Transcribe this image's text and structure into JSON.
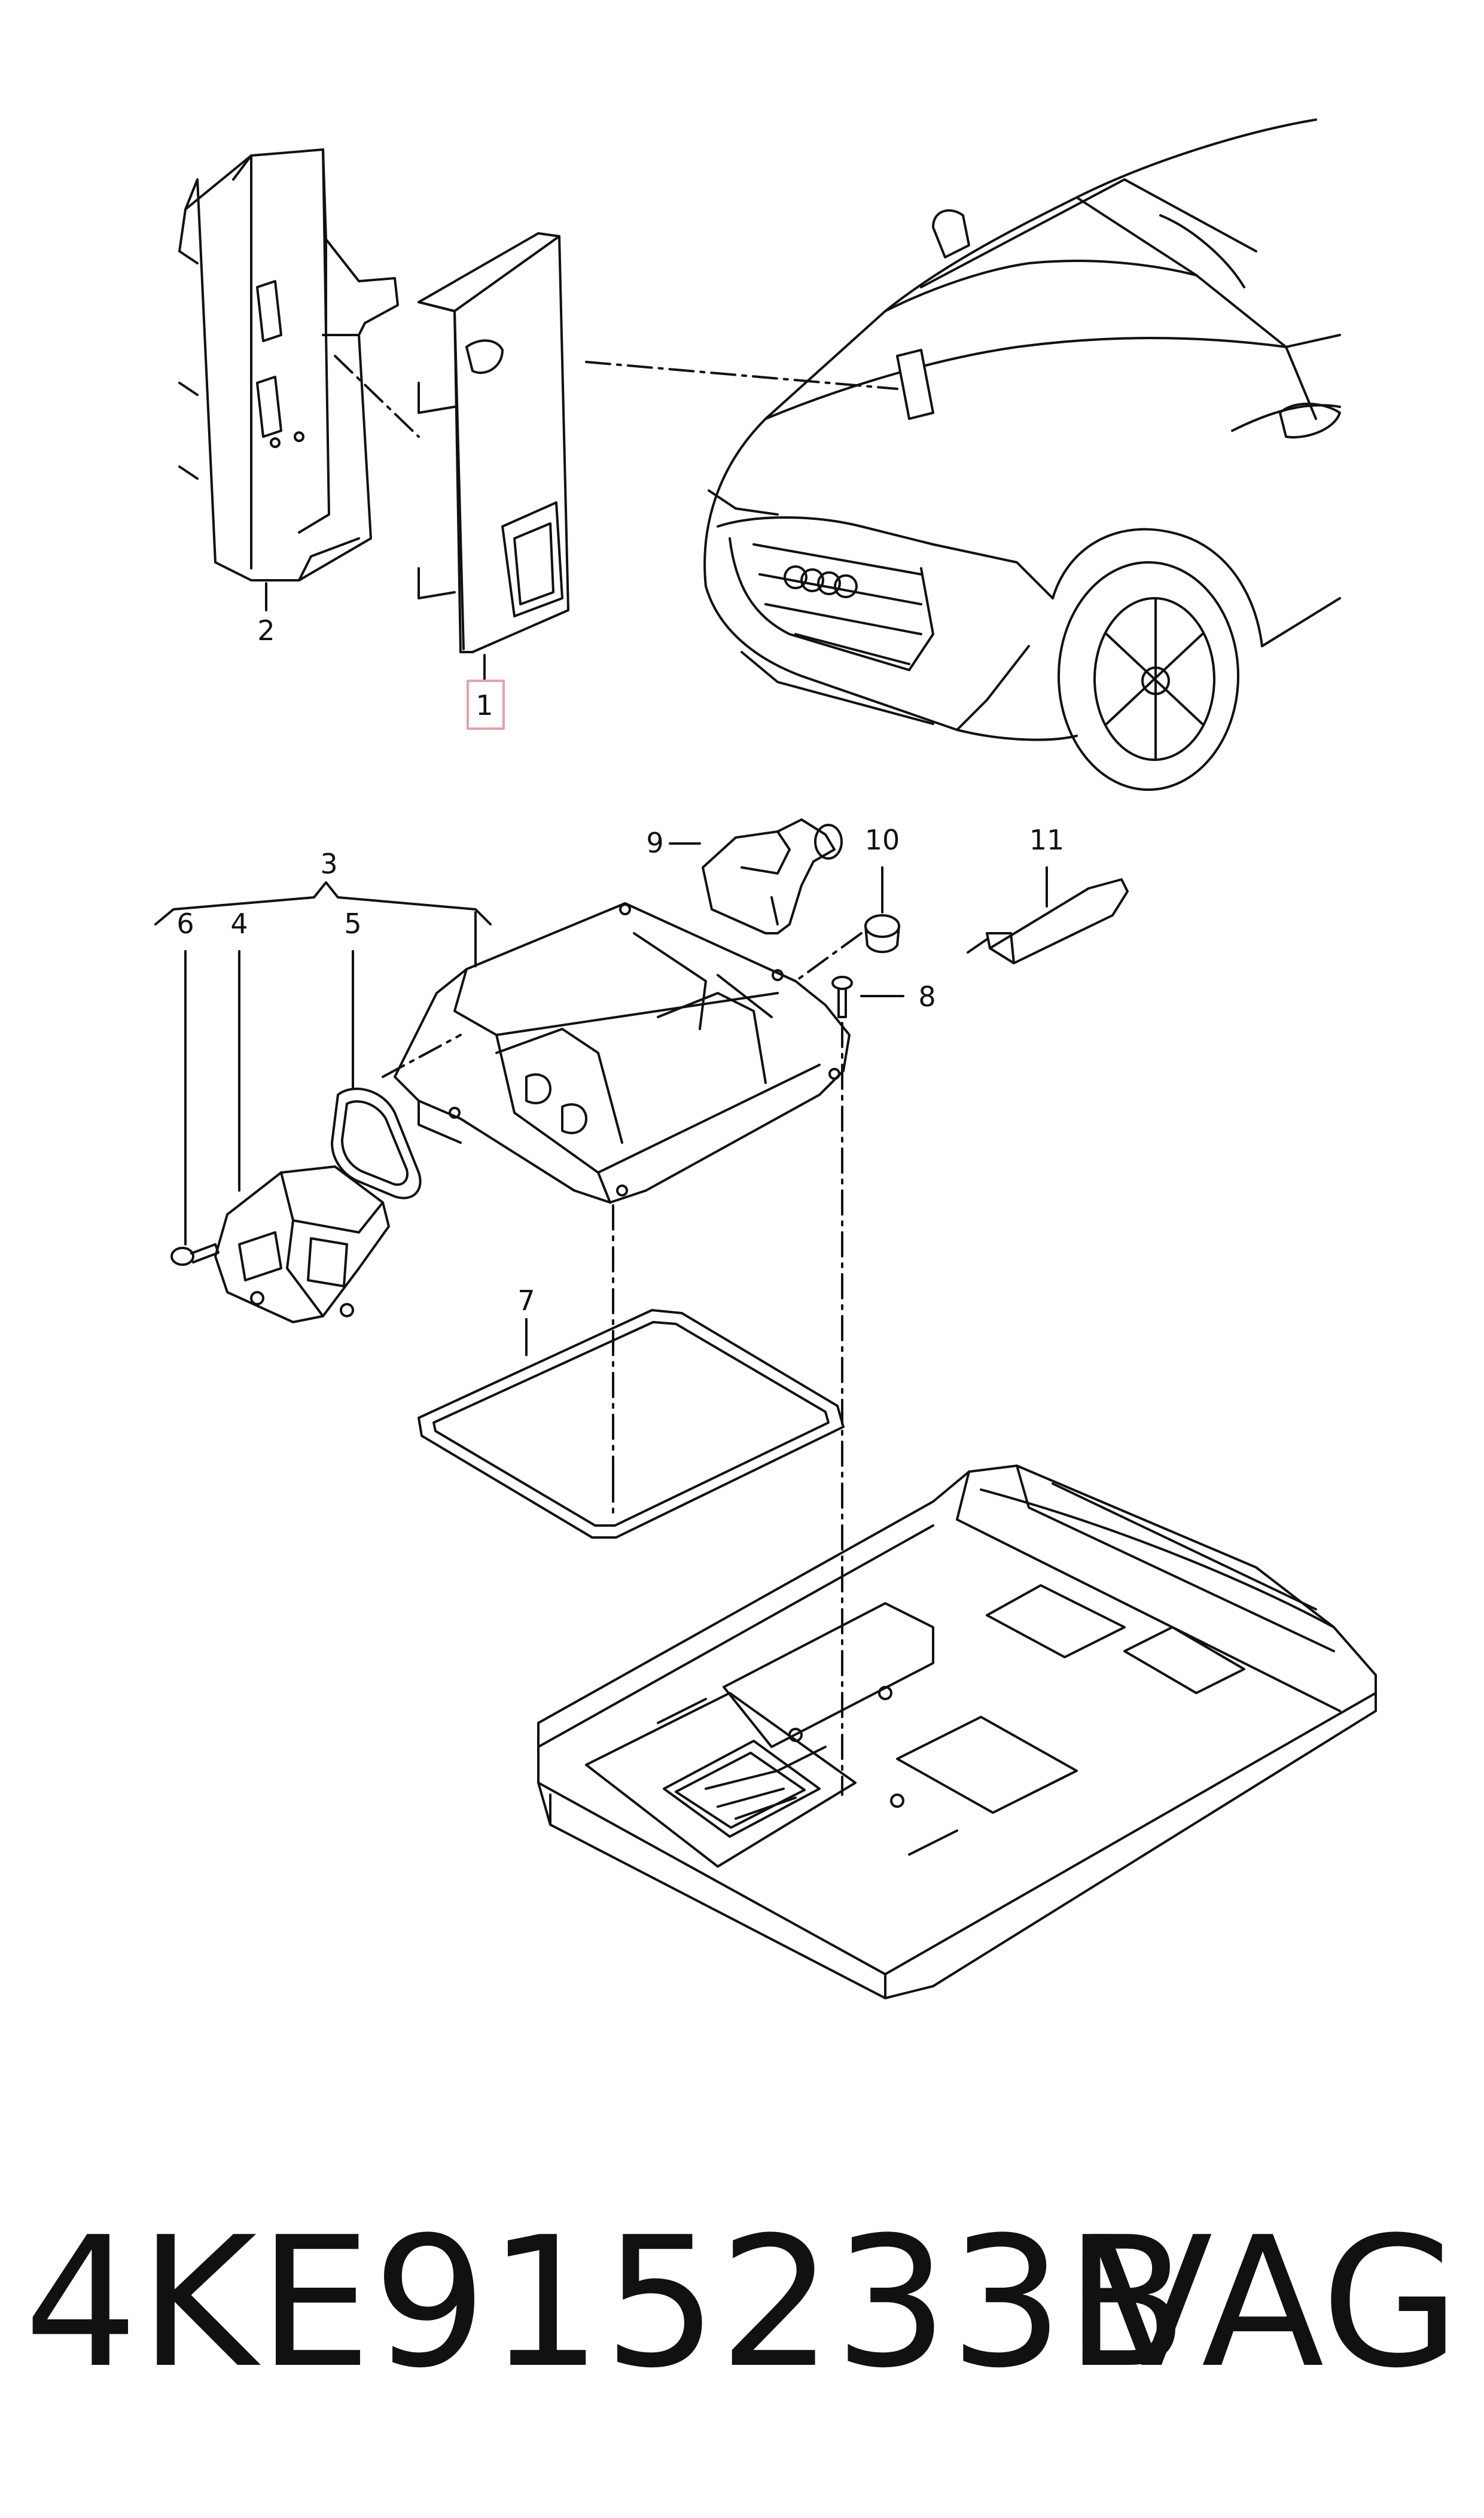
{
  "parts": {
    "p1": "1",
    "p2": "2",
    "p3": "3",
    "p4": "4",
    "p5": "5",
    "p6": "6",
    "p7": "7",
    "p8": "8",
    "p9": "9",
    "p10": "10",
    "p11": "11"
  },
  "highlighted_part": "1",
  "highlight_color": "#e8a0a8",
  "line_color": "#111111",
  "footer": {
    "part_number": "4KE915233B",
    "brand": "VAG"
  }
}
